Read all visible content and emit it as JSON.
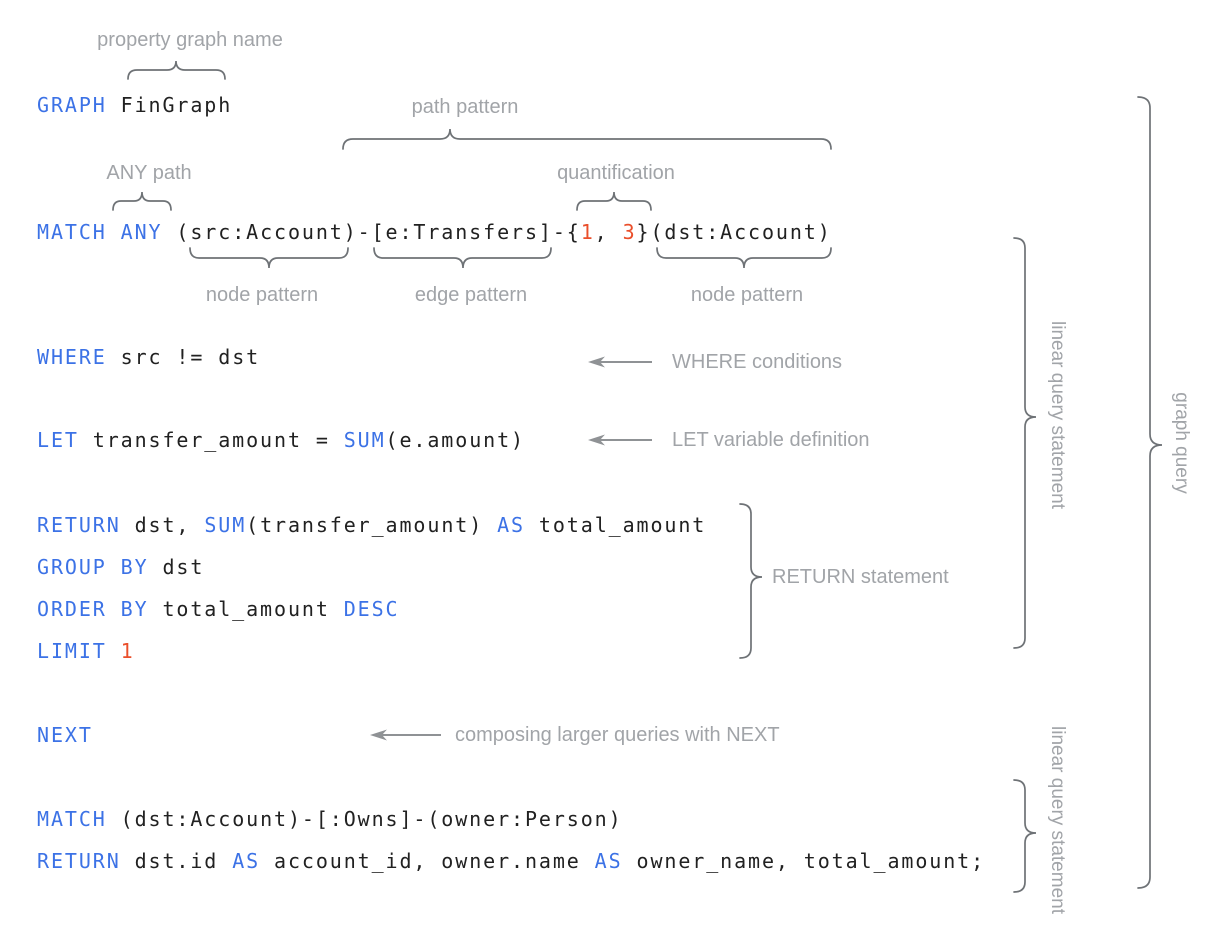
{
  "palette": {
    "keyword_blue": "#3c72e6",
    "number_red": "#ea4f2b",
    "code_black": "#212121",
    "label_gray": "#a1a4a8",
    "brace_gray": "#6e7276",
    "arrow_gray": "#8f9295"
  },
  "code": {
    "lines": [
      {
        "segments": [
          {
            "text": "GRAPH"
          },
          {
            "text": " FinGraph"
          }
        ]
      },
      {
        "segments": [
          {
            "text": "MATCH ANY"
          },
          {
            "text": " (src:Account)-[e:Transfers]-{"
          },
          {
            "text": "1"
          },
          {
            "text": ", "
          },
          {
            "text": "3"
          },
          {
            "text": "}(dst:Account)"
          }
        ]
      },
      {
        "segments": [
          {
            "text": "WHERE"
          },
          {
            "text": " src != dst"
          }
        ]
      },
      {
        "segments": [
          {
            "text": "LET"
          },
          {
            "text": " transfer_amount = "
          },
          {
            "text": "SUM"
          },
          {
            "text": "(e.amount)"
          }
        ]
      },
      {
        "segments": [
          {
            "text": "RETURN"
          },
          {
            "text": " dst, "
          },
          {
            "text": "SUM"
          },
          {
            "text": "(transfer_amount) "
          },
          {
            "text": "AS"
          },
          {
            "text": " total_amount"
          }
        ]
      },
      {
        "segments": [
          {
            "text": "GROUP BY"
          },
          {
            "text": " dst"
          }
        ]
      },
      {
        "segments": [
          {
            "text": "ORDER BY"
          },
          {
            "text": " total_amount "
          },
          {
            "text": "DESC"
          }
        ]
      },
      {
        "segments": [
          {
            "text": "LIMIT"
          },
          {
            "text": " "
          },
          {
            "text": "1"
          }
        ]
      },
      {
        "segments": [
          {
            "text": "NEXT"
          }
        ]
      },
      {
        "segments": [
          {
            "text": "MATCH"
          },
          {
            "text": " (dst:Account)-[:Owns]-(owner:Person)"
          }
        ]
      },
      {
        "segments": [
          {
            "text": "RETURN"
          },
          {
            "text": " dst.id "
          },
          {
            "text": "AS"
          },
          {
            "text": " account_id, owner.name "
          },
          {
            "text": "AS"
          },
          {
            "text": " owner_name, total_amount;"
          }
        ]
      }
    ]
  },
  "annotations": {
    "property_graph_name": "property graph name",
    "path_pattern": "path pattern",
    "any_path": "ANY path",
    "quantification": "quantification",
    "node_pattern_left": "node pattern",
    "edge_pattern": "edge pattern",
    "node_pattern_right": "node pattern",
    "where_conditions": "WHERE conditions",
    "let_variable_definition": "LET variable definition",
    "return_statement": "RETURN statement",
    "composing_next": "composing larger queries with NEXT",
    "linear_query_statement_1": "linear query statement",
    "graph_query": "graph query",
    "linear_query_statement_2": "linear query statement"
  }
}
